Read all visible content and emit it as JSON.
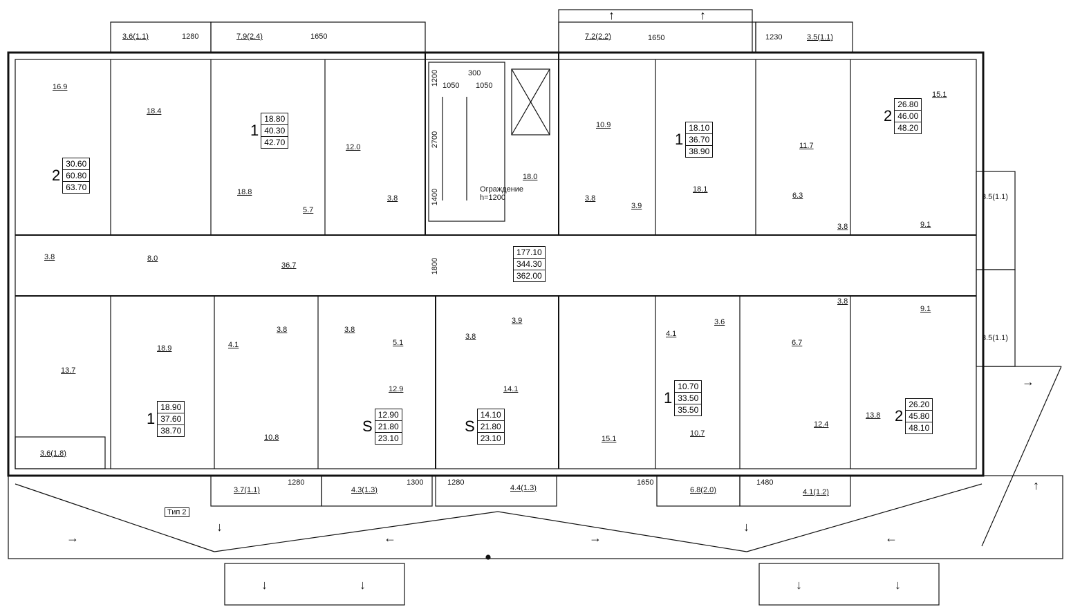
{
  "apartments": [
    {
      "type": "2",
      "areas": [
        "30.60",
        "60.80",
        "63.70"
      ]
    },
    {
      "type": "1",
      "areas": [
        "18.80",
        "40.30",
        "42.70"
      ]
    },
    {
      "type": "1",
      "areas": [
        "18.10",
        "36.70",
        "38.90"
      ]
    },
    {
      "type": "2",
      "areas": [
        "26.80",
        "46.00",
        "48.20"
      ]
    },
    {
      "type": "1",
      "areas": [
        "18.90",
        "37.60",
        "38.70"
      ]
    },
    {
      "type": "S",
      "areas": [
        "12.90",
        "21.80",
        "23.10"
      ]
    },
    {
      "type": "S",
      "areas": [
        "14.10",
        "21.80",
        "23.10"
      ]
    },
    {
      "type": "1",
      "areas": [
        "10.70",
        "33.50",
        "35.50"
      ]
    },
    {
      "type": "2",
      "areas": [
        "26.20",
        "45.80",
        "48.10"
      ]
    }
  ],
  "floor_summary": [
    "177.10",
    "344.30",
    "362.00"
  ],
  "room_areas": [
    "16.9",
    "18.4",
    "18.8",
    "12.0",
    "10.9",
    "18.1",
    "11.7",
    "15.1",
    "5.7",
    "3.8",
    "18.0",
    "3.8",
    "3.9",
    "6.3",
    "3.8",
    "9.1",
    "8.0",
    "36.7",
    "3.8",
    "18.9",
    "4.1",
    "3.8",
    "3.8",
    "5.1",
    "3.8",
    "3.9",
    "4.1",
    "3.6",
    "6.7",
    "3.8",
    "9.1",
    "13.7",
    "12.9",
    "14.1",
    "10.8",
    "15.1",
    "10.7",
    "12.4",
    "13.8"
  ],
  "balconies": [
    "3.6(1.1)",
    "7.9(2.4)",
    "7.2(2.2)",
    "3.5(1.1)",
    "3.5(1.1)",
    "3.5(1.1)",
    "3.6(1.8)",
    "3.7(1.1)",
    "4.3(1.3)",
    "4.4(1.3)",
    "6.8(2.0)",
    "4.1(1.2)"
  ],
  "dimensions": [
    "1280",
    "1650",
    "1650",
    "1230",
    "1050",
    "1050",
    "300",
    "1200",
    "2700",
    "1400",
    "1800",
    "1280",
    "1300",
    "1280",
    "1650",
    "1480"
  ],
  "stair": {
    "railing_label": "Ограждение",
    "railing_height": "h=1200"
  },
  "type_label": "Тип 2",
  "colors": {
    "line": "#111111",
    "background": "#ffffff"
  }
}
